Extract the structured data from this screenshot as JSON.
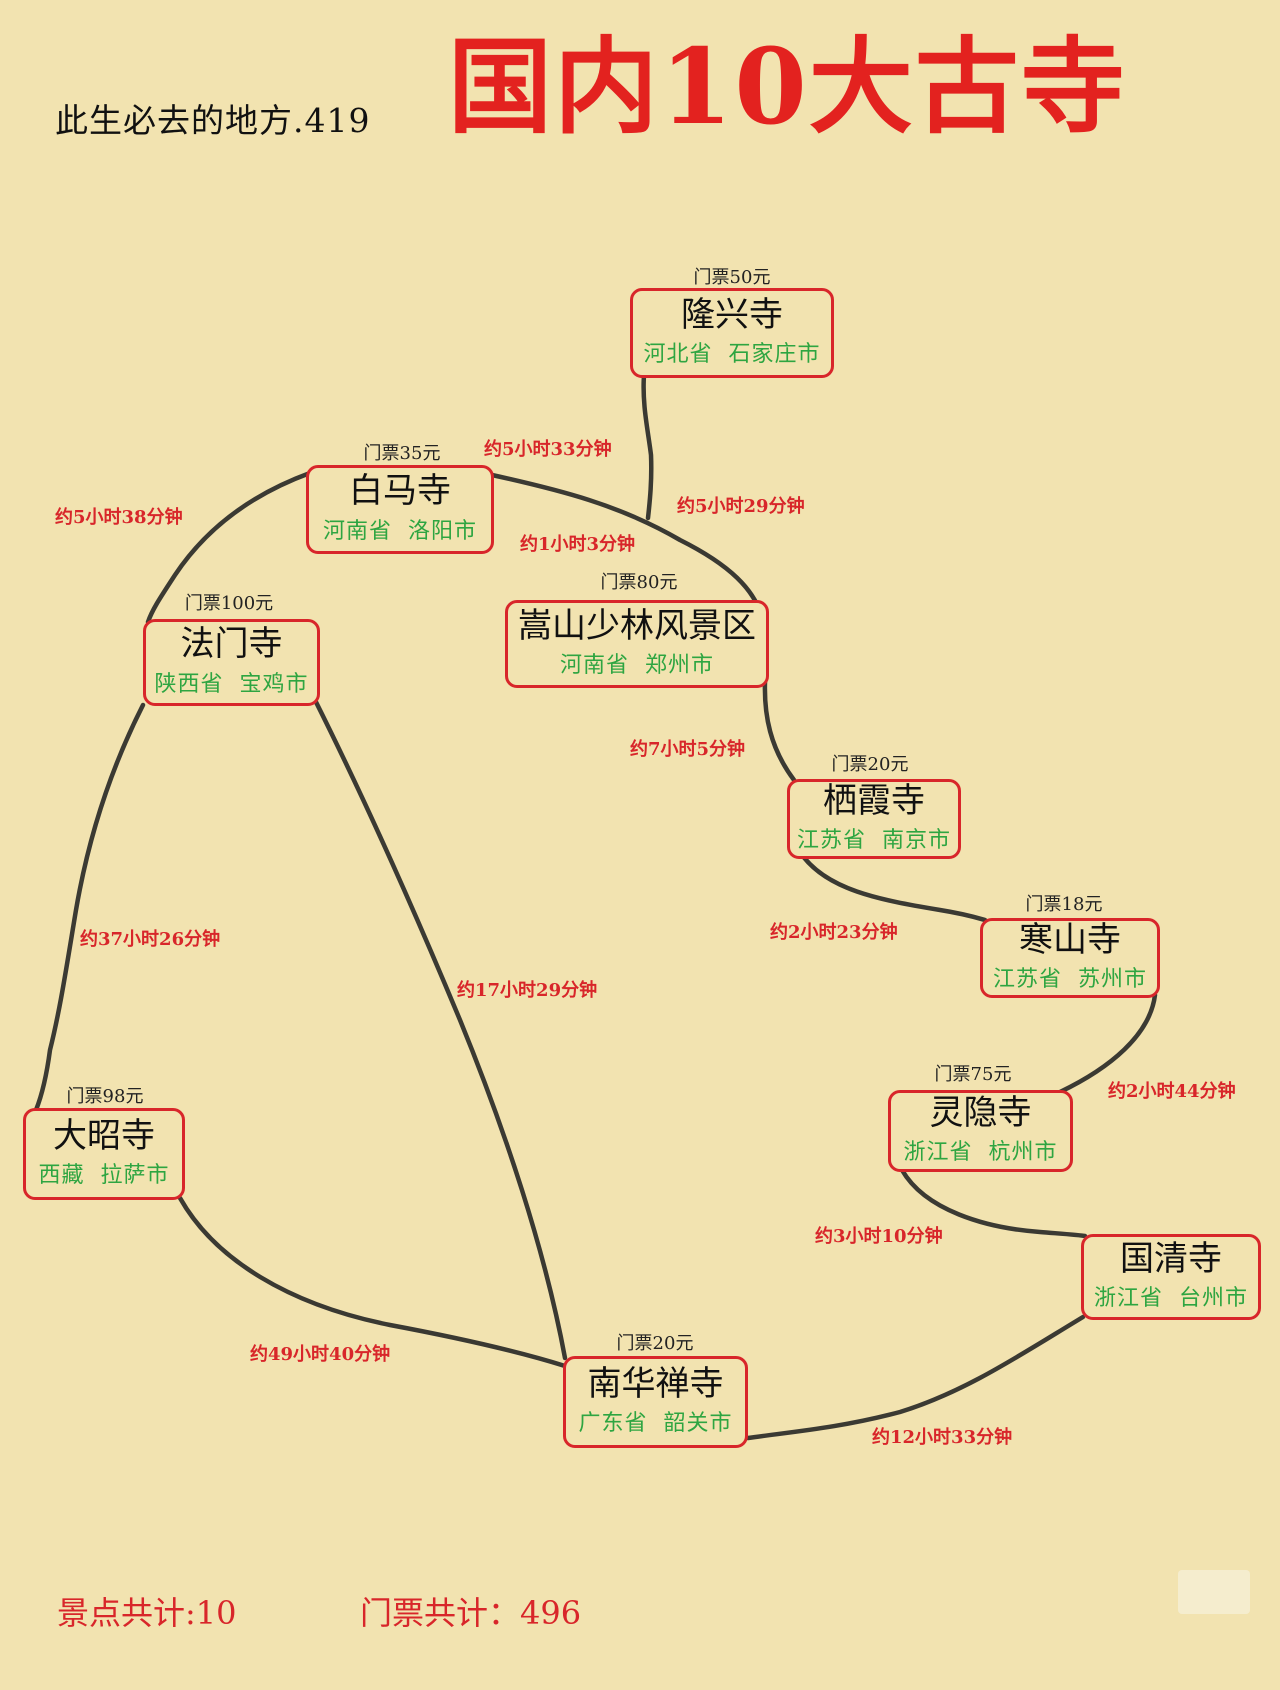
{
  "header": {
    "subtitle": "此生必去的地方.419",
    "title": "国内10大古寺"
  },
  "temples": [
    {
      "name": "隆兴寺",
      "province": "河北省",
      "city": "石家庄市",
      "ticket": "门票50元"
    },
    {
      "name": "白马寺",
      "province": "河南省",
      "city": "洛阳市",
      "ticket": "门票35元"
    },
    {
      "name": "嵩山少林风景区",
      "province": "河南省",
      "city": "郑州市",
      "ticket": "门票80元"
    },
    {
      "name": "法门寺",
      "province": "陕西省",
      "city": "宝鸡市",
      "ticket": "门票100元"
    },
    {
      "name": "栖霞寺",
      "province": "江苏省",
      "city": "南京市",
      "ticket": "门票20元"
    },
    {
      "name": "寒山寺",
      "province": "江苏省",
      "city": "苏州市",
      "ticket": "门票18元"
    },
    {
      "name": "灵隐寺",
      "province": "浙江省",
      "city": "杭州市",
      "ticket": "门票75元"
    },
    {
      "name": "国清寺",
      "province": "浙江省",
      "city": "台州市",
      "ticket": ""
    },
    {
      "name": "大昭寺",
      "province": "西藏",
      "city": "拉萨市",
      "ticket": "门票98元"
    },
    {
      "name": "南华禅寺",
      "province": "广东省",
      "city": "韶关市",
      "ticket": "门票20元"
    }
  ],
  "routes": [
    {
      "from": "隆兴寺",
      "to": "嵩山少林风景区",
      "time": "约5小时29分钟"
    },
    {
      "from": "白马寺",
      "to": "嵩山少林风景区",
      "time": "约5小时33分钟"
    },
    {
      "from": "白马寺",
      "to": "嵩山少林风景区",
      "time": "约1小时3分钟"
    },
    {
      "from": "法门寺",
      "to": "白马寺",
      "time": "约5小时38分钟"
    },
    {
      "from": "嵩山少林风景区",
      "to": "栖霞寺",
      "time": "约7小时5分钟"
    },
    {
      "from": "栖霞寺",
      "to": "寒山寺",
      "time": "约2小时23分钟"
    },
    {
      "from": "寒山寺",
      "to": "灵隐寺",
      "time": "约2小时44分钟"
    },
    {
      "from": "灵隐寺",
      "to": "国清寺",
      "time": "约3小时10分钟"
    },
    {
      "from": "国清寺",
      "to": "南华禅寺",
      "time": "约12小时33分钟"
    },
    {
      "from": "法门寺",
      "to": "大昭寺",
      "time": "约37小时26分钟"
    },
    {
      "from": "法门寺",
      "to": "南华禅寺",
      "time": "约17小时29分钟"
    },
    {
      "from": "大昭寺",
      "to": "南华禅寺",
      "time": "约49小时40分钟"
    }
  ],
  "footer": {
    "spots_total": "景点共计:10",
    "tickets_total": "门票共计：496"
  }
}
